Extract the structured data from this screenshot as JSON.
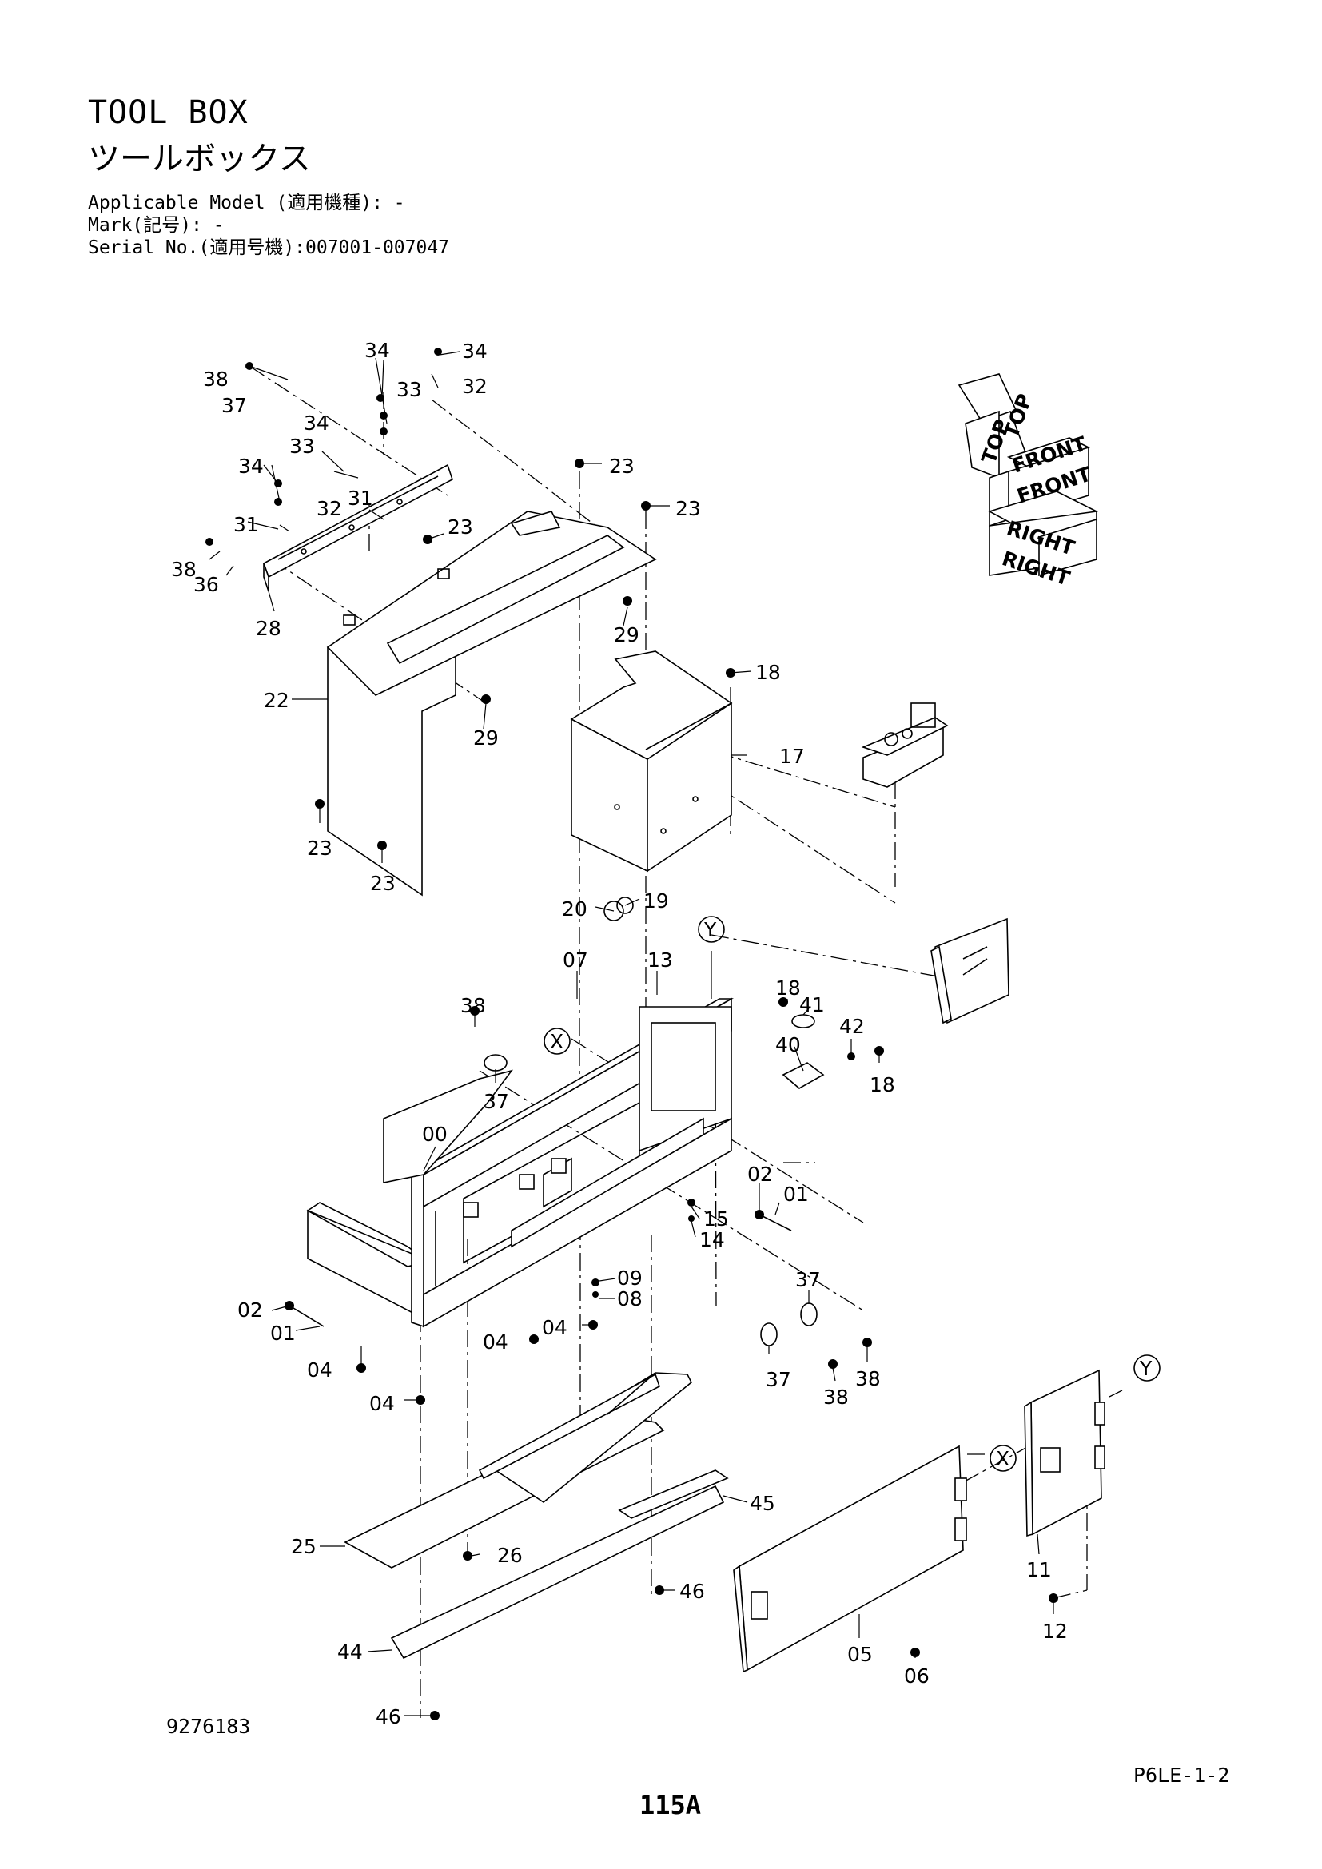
{
  "header": {
    "title_en": "TOOL BOX",
    "title_jp": "ツールボックス",
    "applicable_model": "Applicable Model (適用機種): -",
    "mark": "Mark(記号): -",
    "serial_no": "Serial No.(適用号機):007001-007047"
  },
  "footer": {
    "drawing_number": "9276183",
    "reference_code": "P6LE-1-2",
    "page_number": "115A"
  },
  "orientation_labels": {
    "top": "TOP",
    "front": "FRONT",
    "right": "RIGHT"
  },
  "view_markers": [
    "X",
    "Y",
    "X",
    "Y"
  ],
  "part_callouts": [
    "38",
    "37",
    "34",
    "34",
    "33",
    "32",
    "34",
    "33",
    "34",
    "32",
    "31",
    "31",
    "38",
    "36",
    "28",
    "23",
    "23",
    "23",
    "29",
    "29",
    "22",
    "23",
    "23",
    "18",
    "17",
    "20",
    "19",
    "07",
    "13",
    "18",
    "41",
    "38",
    "40",
    "42",
    "18",
    "37",
    "00",
    "02",
    "01",
    "15",
    "14",
    "09",
    "08",
    "37",
    "02",
    "01",
    "04",
    "04",
    "04",
    "04",
    "37",
    "38",
    "38",
    "45",
    "25",
    "26",
    "46",
    "44",
    "46",
    "05",
    "06",
    "11",
    "12"
  ],
  "colors": {
    "line": "#000000",
    "background": "#ffffff"
  }
}
